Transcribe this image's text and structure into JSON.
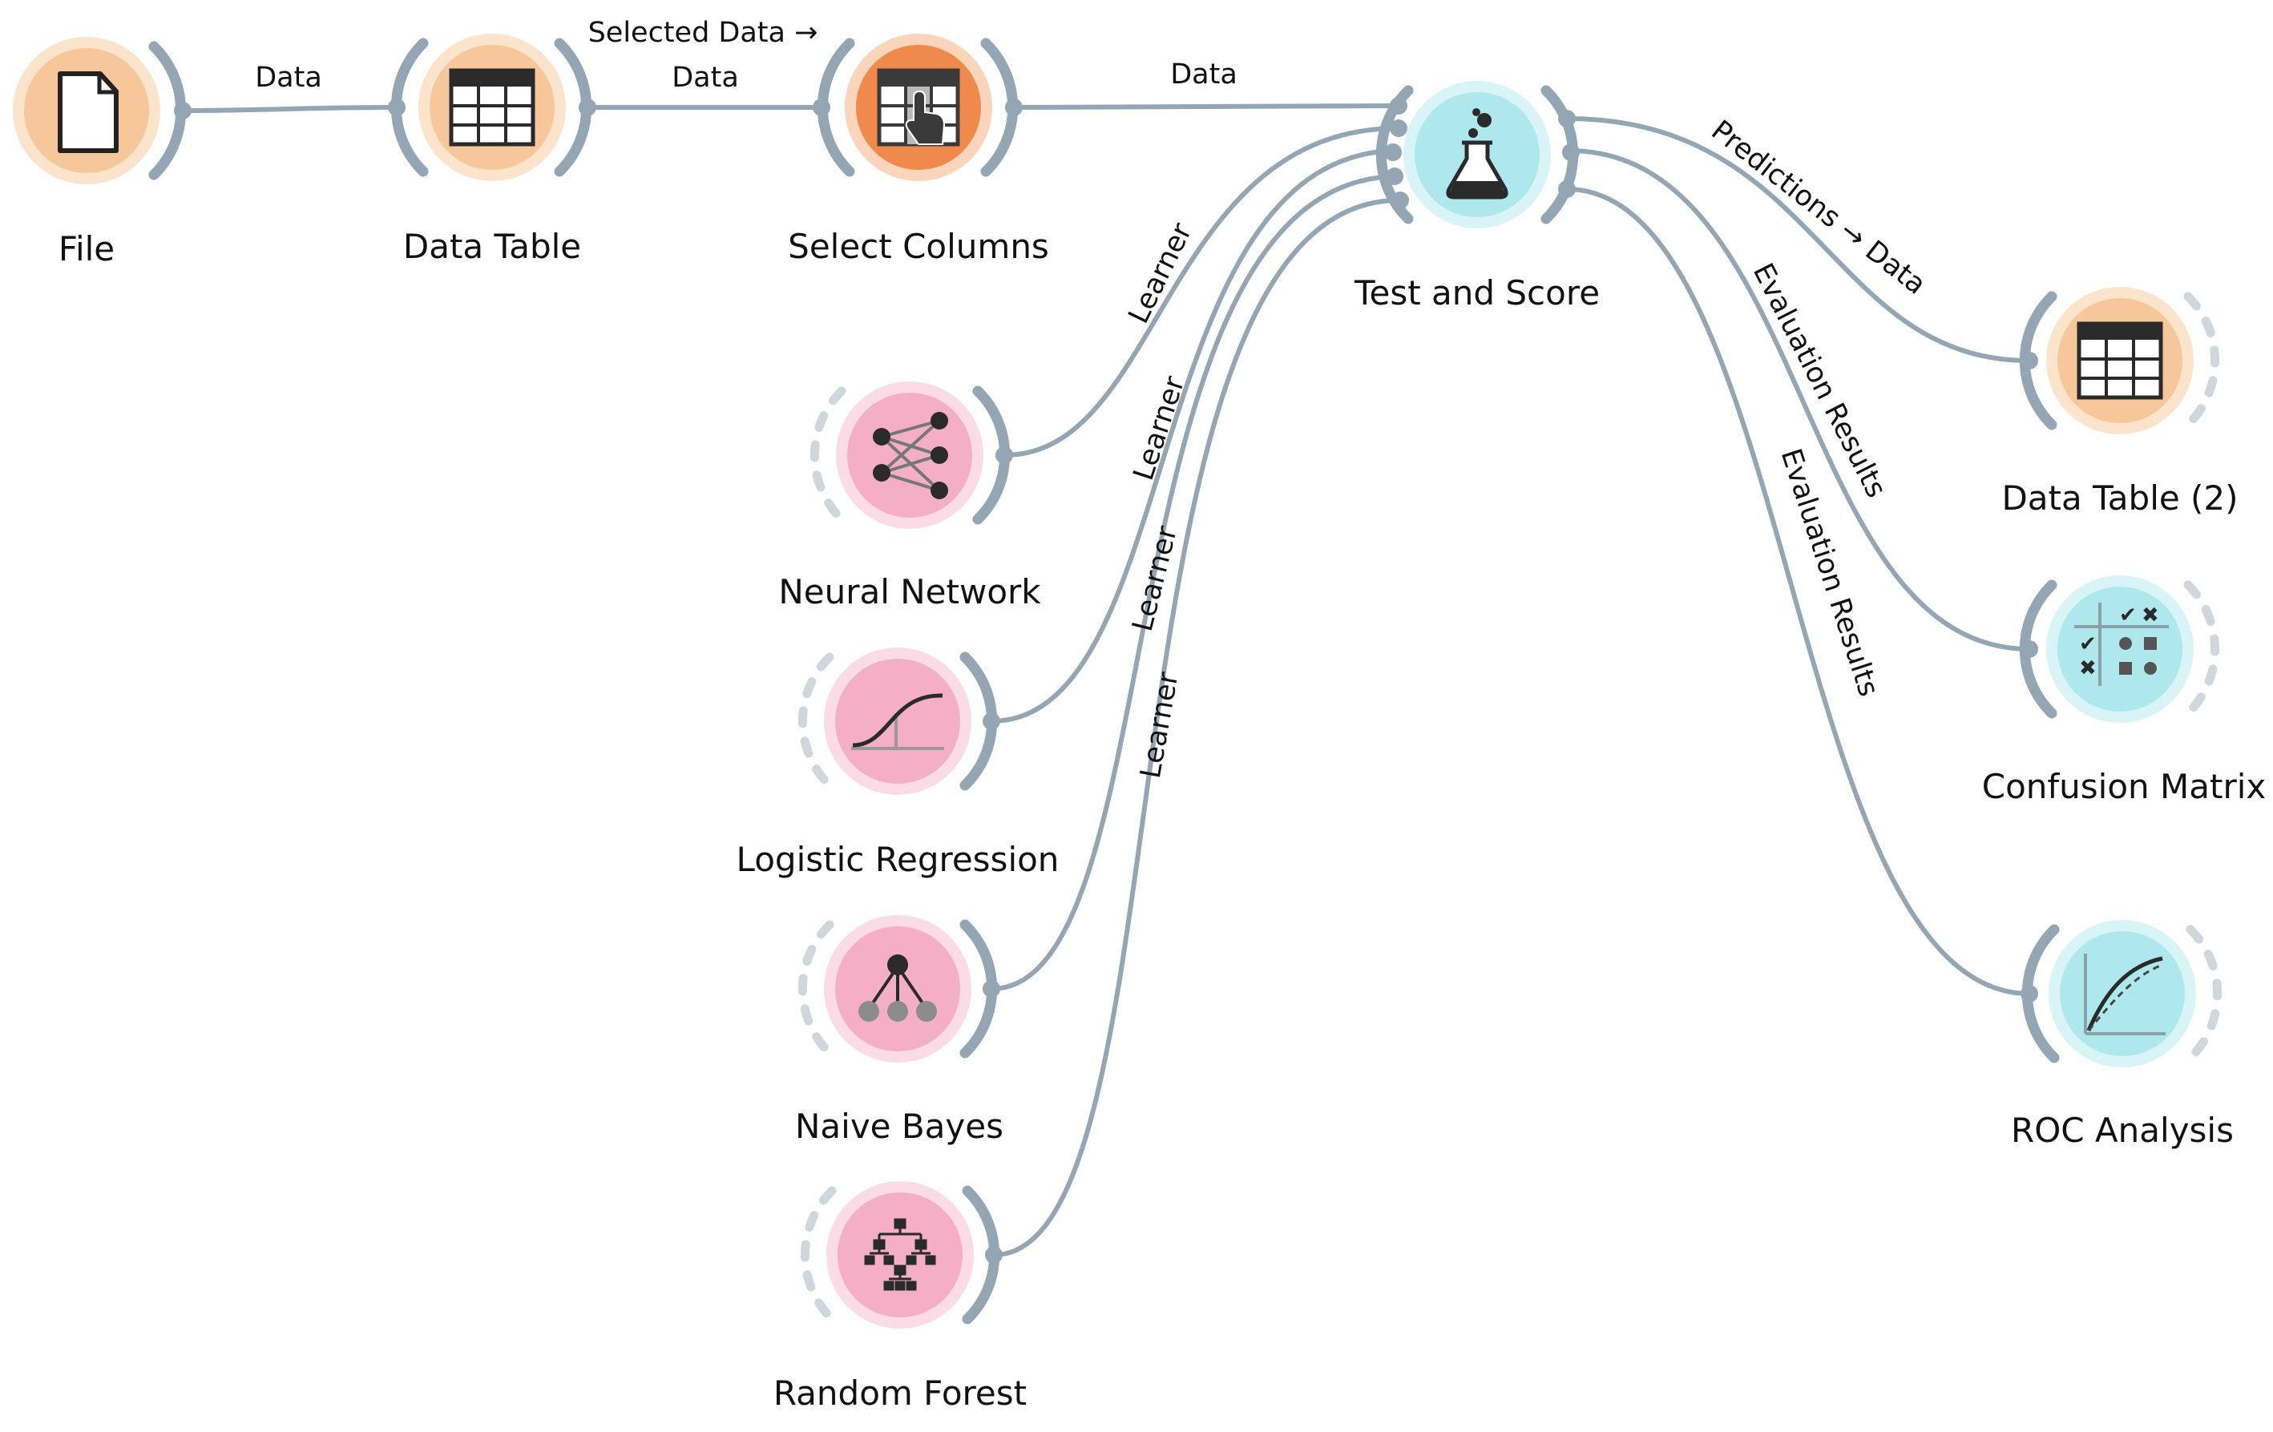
{
  "colors": {
    "data_widget": "#f6c79a",
    "data_widget_ring": "#fbe4cb",
    "selected_widget": "#f08a4c",
    "model_widget": "#f4afc6",
    "model_widget_ring": "#fbdbe6",
    "evaluate_widget": "#aee8ec",
    "evaluate_widget_ring": "#d9f4f6",
    "link": "#94a6b3"
  },
  "nodes": {
    "file": {
      "label": "File",
      "icon": "file-icon"
    },
    "data_table": {
      "label": "Data Table",
      "icon": "table-icon"
    },
    "select_columns": {
      "label": "Select Columns",
      "icon": "select-columns-icon"
    },
    "test_and_score": {
      "label": "Test and Score",
      "icon": "flask-icon"
    },
    "neural_network": {
      "label": "Neural Network",
      "icon": "neural-network-icon"
    },
    "logistic_regression": {
      "label": "Logistic Regression",
      "icon": "sigmoid-icon"
    },
    "naive_bayes": {
      "label": "Naive Bayes",
      "icon": "bayes-network-icon"
    },
    "random_forest": {
      "label": "Random Forest",
      "icon": "tree-icon"
    },
    "data_table_2": {
      "label": "Data Table (2)",
      "icon": "table-icon"
    },
    "confusion_matrix": {
      "label": "Confusion Matrix",
      "icon": "confusion-matrix-icon"
    },
    "roc_analysis": {
      "label": "ROC Analysis",
      "icon": "roc-curve-icon"
    }
  },
  "links": {
    "file_to_table": "Data",
    "table_to_select_line1": "Selected Data →",
    "table_to_select_line2": "Data",
    "select_to_test": "Data",
    "learner_nn": "Learner",
    "learner_lr": "Learner",
    "learner_nb": "Learner",
    "learner_rf": "Learner",
    "predictions": "Predictions → Data",
    "eval_confusion": "Evaluation Results",
    "eval_roc": "Evaluation Results"
  }
}
